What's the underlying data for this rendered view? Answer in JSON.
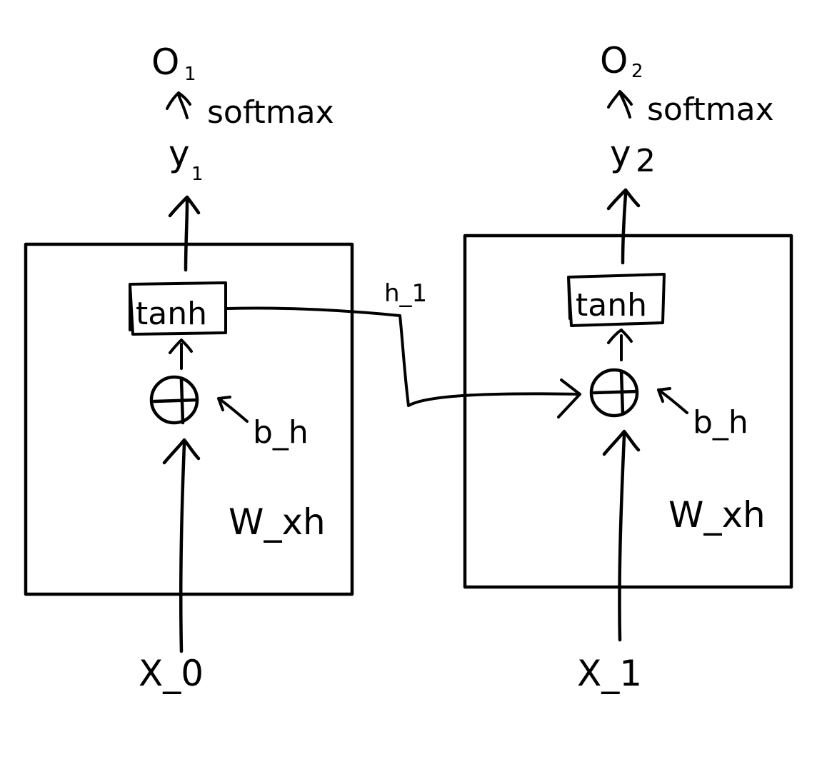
{
  "cells": [
    {
      "output": {
        "main": "O",
        "sub": "1"
      },
      "activation_out": "softmax",
      "hidden_out": {
        "main": "y",
        "sub": "1"
      },
      "activation": "tanh",
      "bias": "b_h",
      "weight": "W_xh",
      "input": "X_0"
    },
    {
      "output": {
        "main": "O",
        "sub": "2"
      },
      "activation_out": "softmax",
      "hidden_out": {
        "main": "y",
        "sub": "2"
      },
      "activation": "tanh",
      "bias": "b_h",
      "weight": "W_xh",
      "input": "X_1"
    }
  ],
  "recurrent_label": "h_1"
}
